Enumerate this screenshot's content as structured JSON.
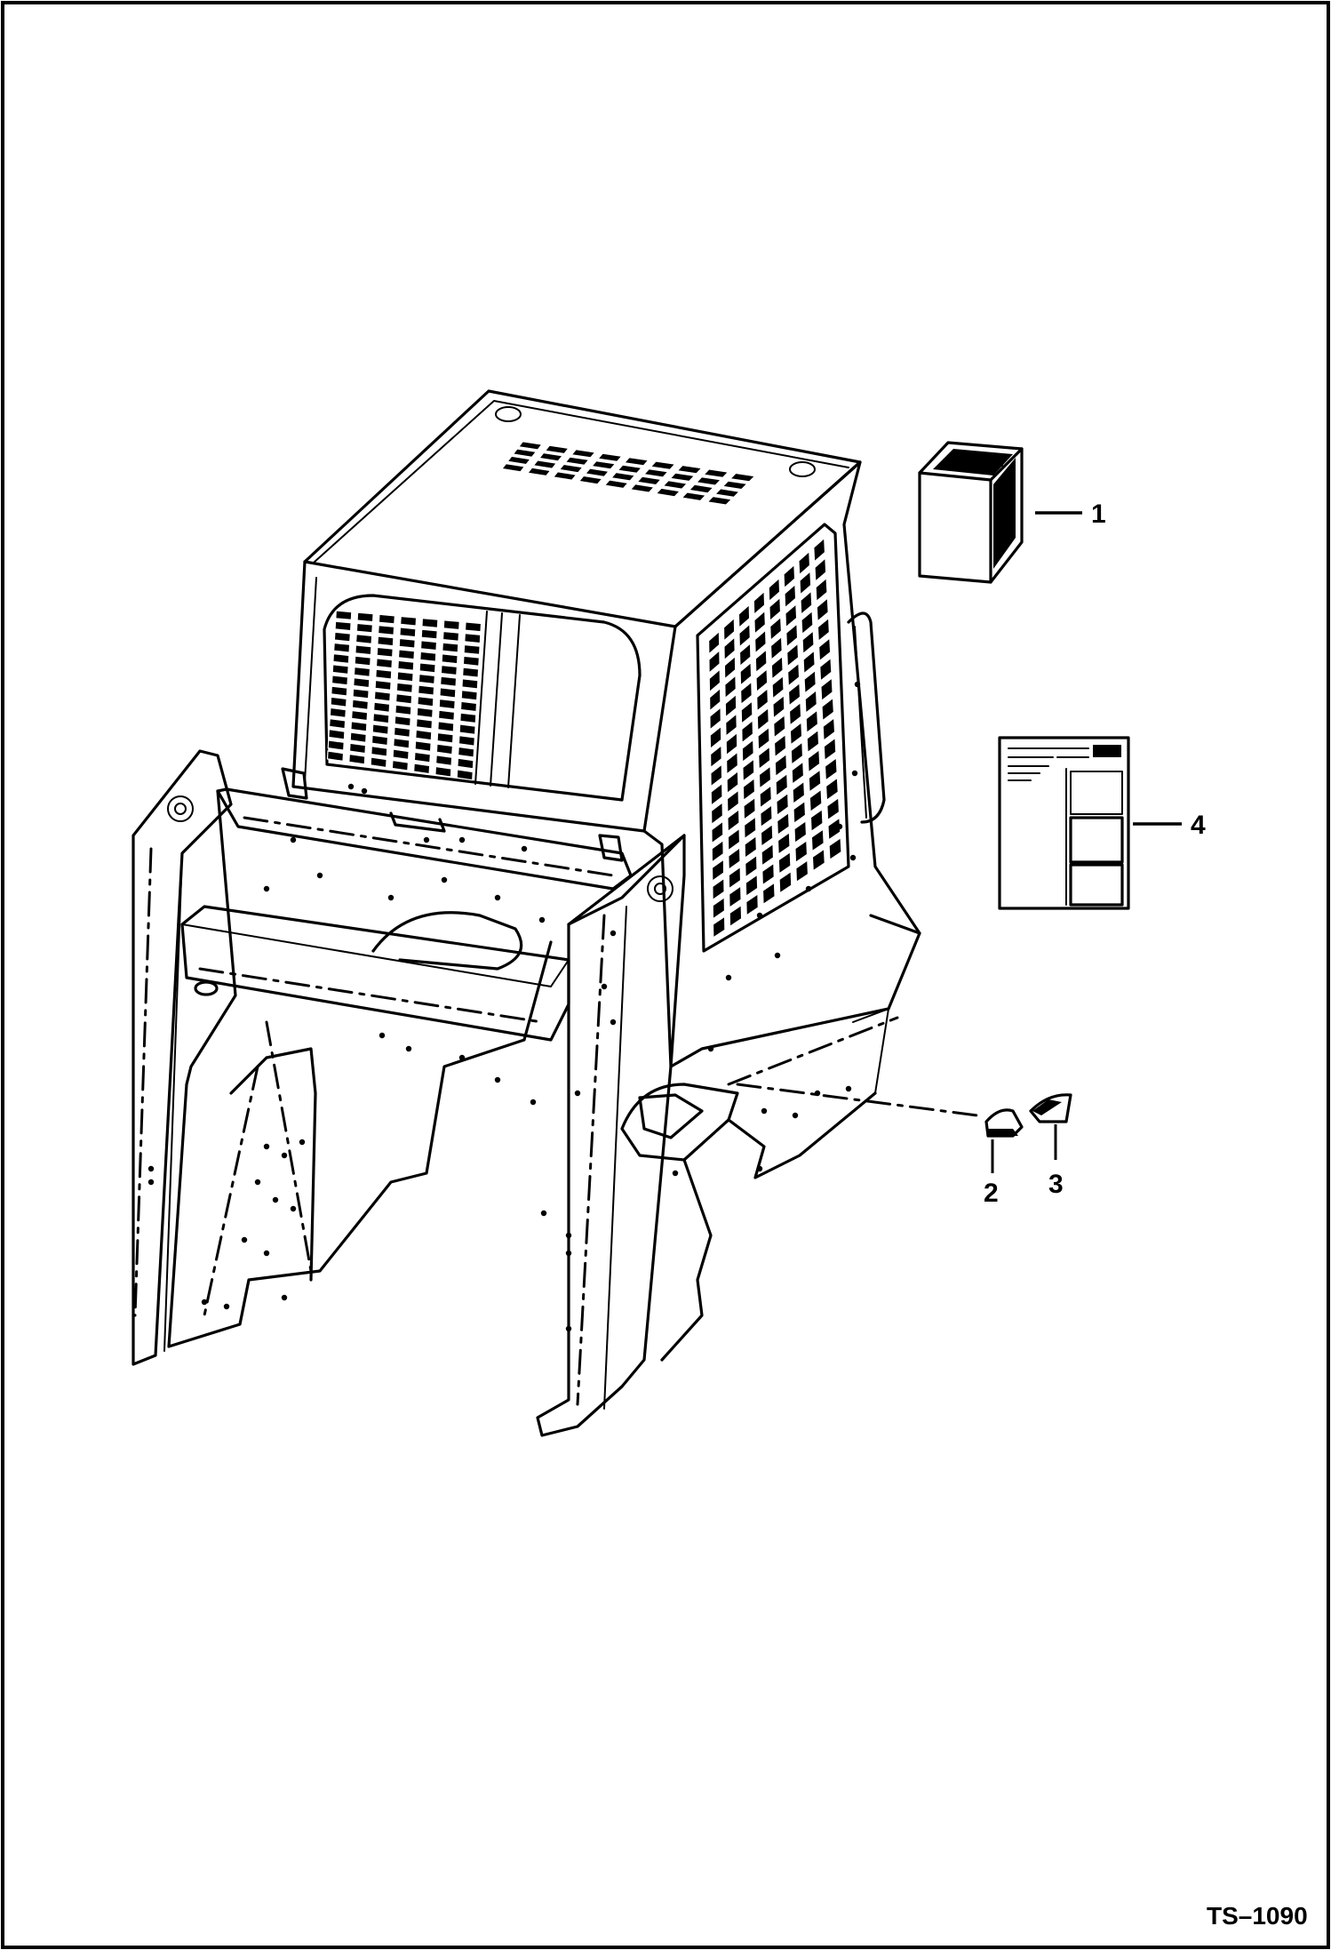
{
  "callouts": [
    {
      "label": "1",
      "part": "operators-manual"
    },
    {
      "label": "2",
      "part": "safety-decal-a"
    },
    {
      "label": "3",
      "part": "safety-decal-b"
    },
    {
      "label": "4",
      "part": "decal-sheet"
    }
  ],
  "figure_number": "TS–1090",
  "colors": {
    "line": "#000000",
    "background": "#ffffff"
  }
}
